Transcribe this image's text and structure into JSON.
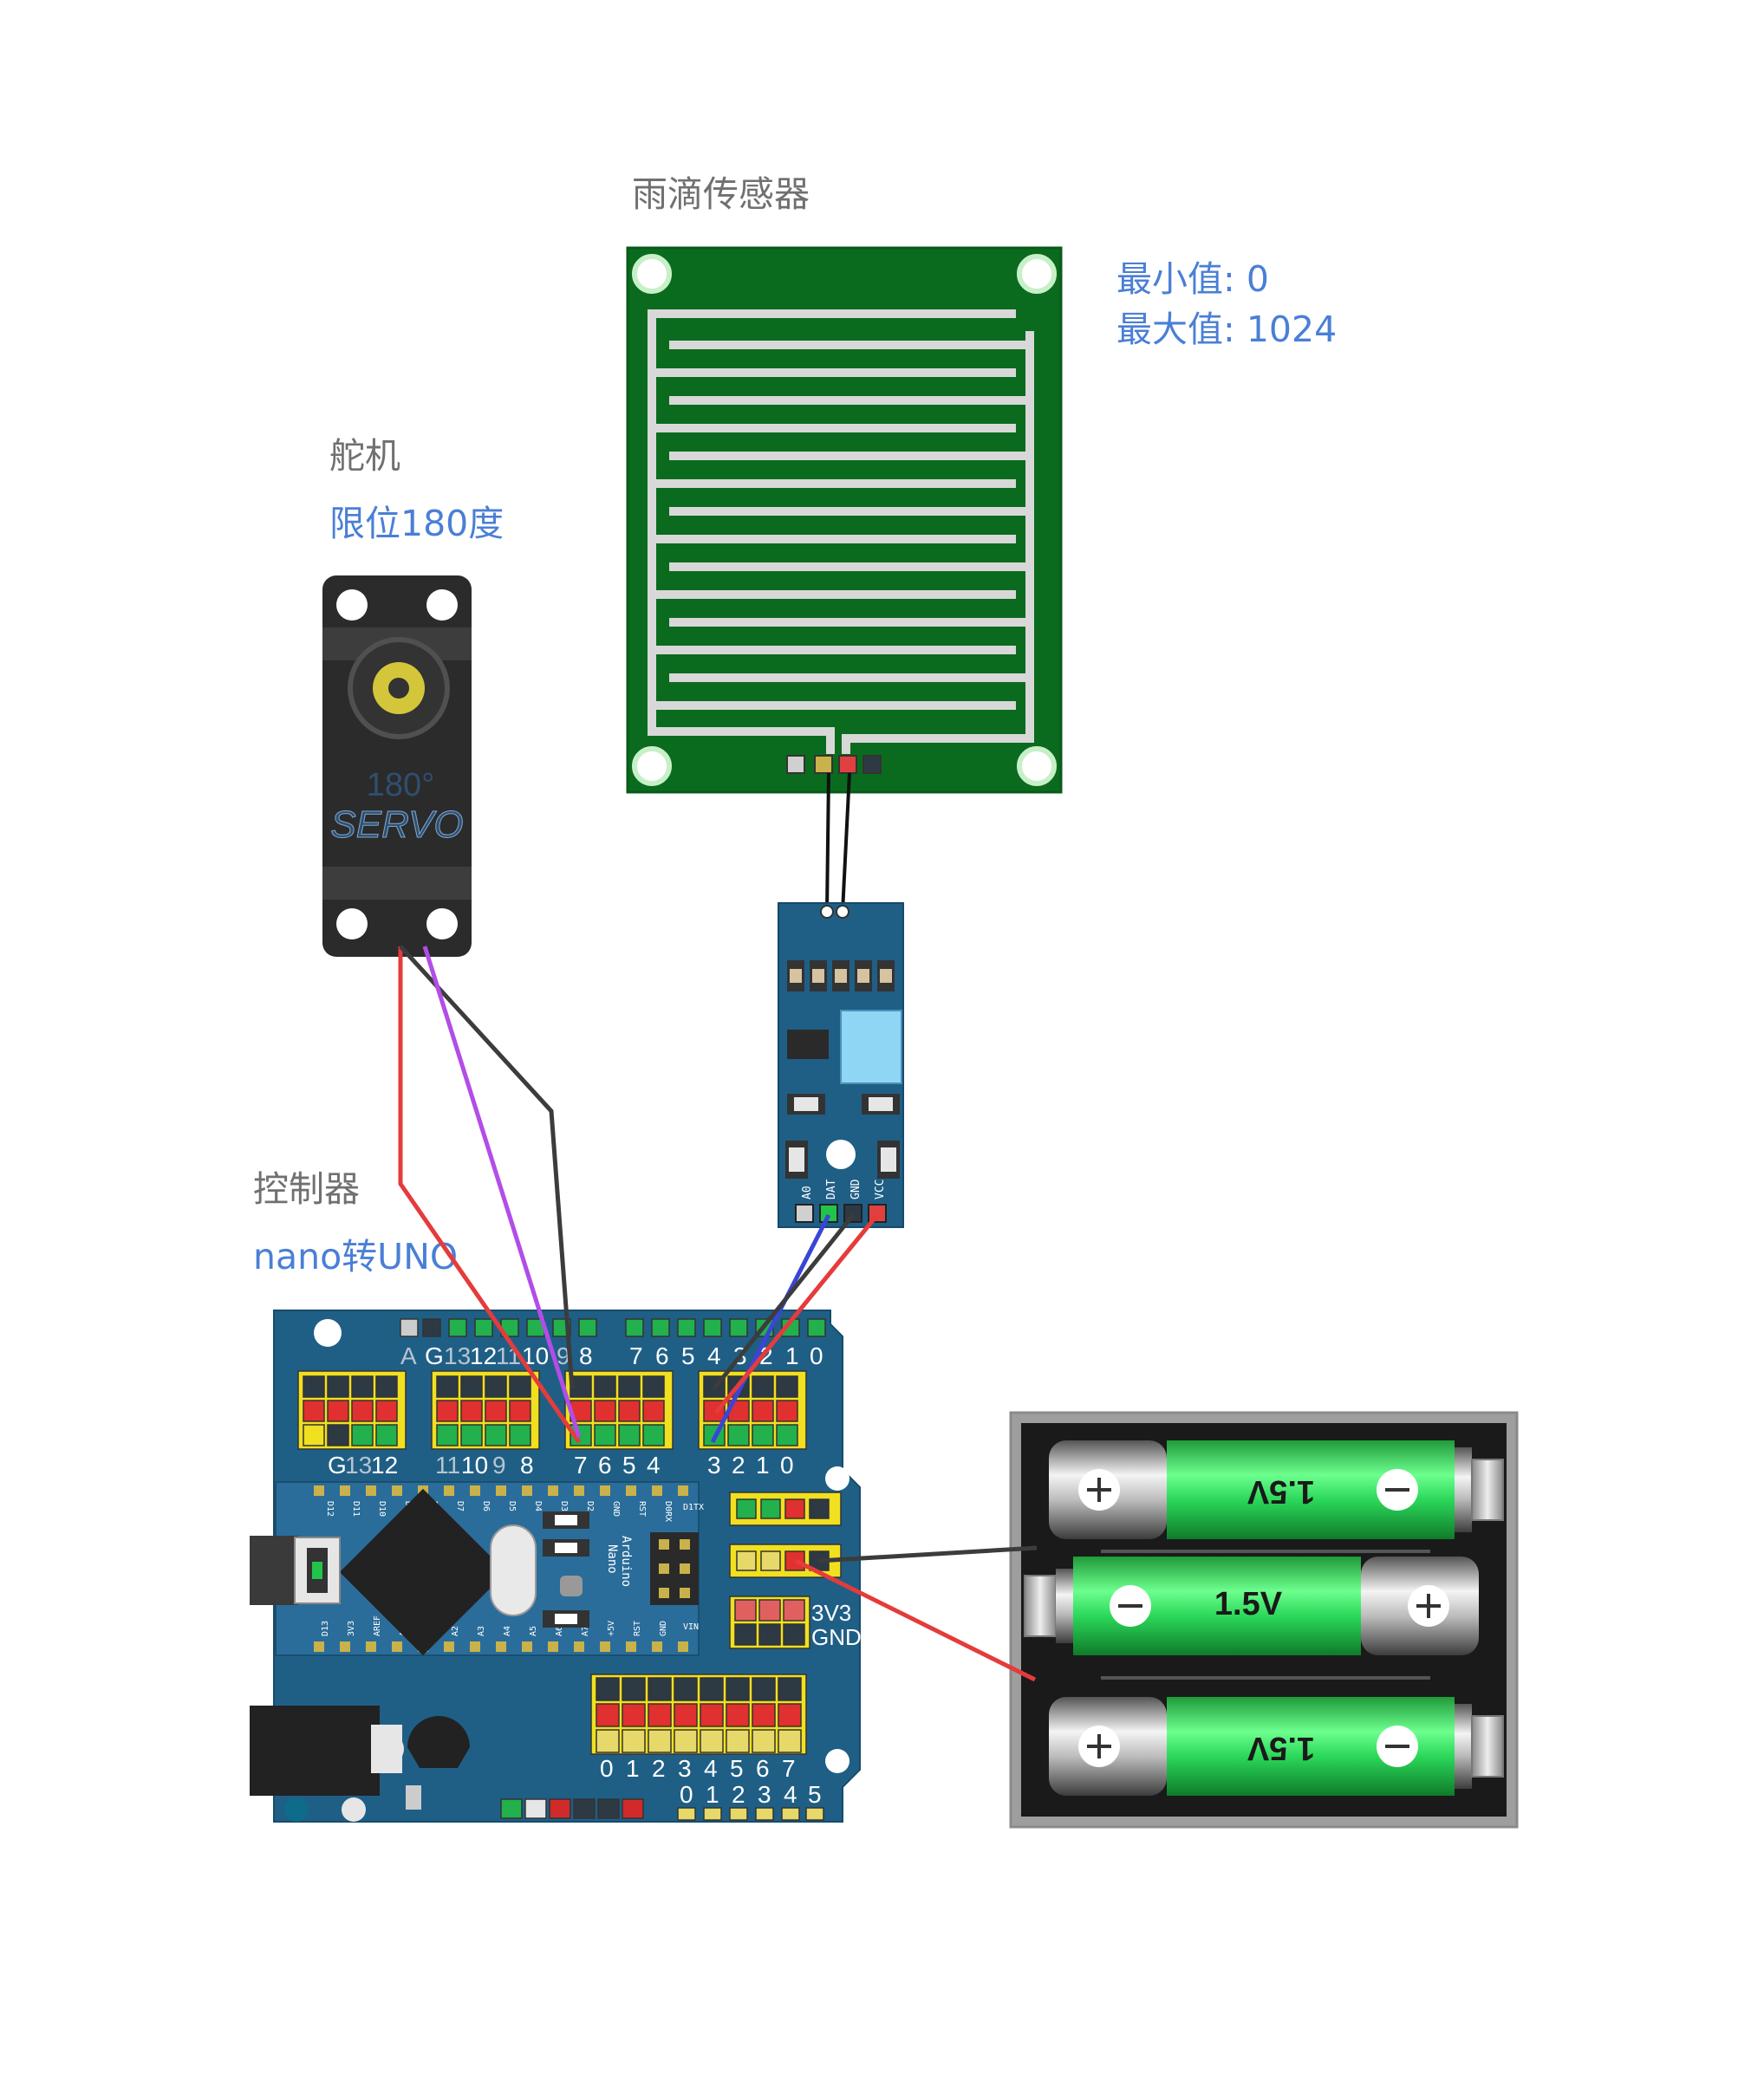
{
  "labels": {
    "sensor_title": "雨滴传感器",
    "sensor_min": "最小值: 0",
    "sensor_max": "最大值: 1024",
    "servo_title": "舵机",
    "servo_limit": "限位180度",
    "controller_title": "控制器",
    "controller_sub": "nano转UNO"
  },
  "servo": {
    "angle_text": "180°",
    "name_text": "SERVO"
  },
  "sensor_module": {
    "pins": [
      "A0",
      "DAT",
      "GND",
      "VCC"
    ]
  },
  "shield": {
    "top_header": [
      "A",
      "G",
      "13",
      "12",
      "11",
      "10",
      "9",
      "8",
      "7",
      "6",
      "5",
      "4",
      "3",
      "2",
      "1",
      "0"
    ],
    "block_labels": [
      "G",
      "13",
      "12",
      "11",
      "10",
      "9",
      "8",
      "7",
      "6",
      "5",
      "4",
      "3",
      "2",
      "1",
      "0"
    ],
    "nano_top": [
      "D12",
      "D11",
      "D10",
      "D9",
      "D8",
      "D7",
      "D6",
      "D5",
      "D4",
      "D3",
      "D2",
      "GND",
      "RST",
      "D0RX",
      "D1TX"
    ],
    "nano_bottom": [
      "D13",
      "3V3",
      "AREF",
      "A0",
      "A1",
      "A2",
      "A3",
      "A4",
      "A5",
      "A6",
      "A7",
      "+5V",
      "RST",
      "GND",
      "VIN"
    ],
    "nano_name": [
      "Arduino",
      "Nano"
    ],
    "power_labels": [
      "3V3",
      "GND"
    ],
    "analog_row_a": [
      "0",
      "1",
      "2",
      "3",
      "4",
      "5",
      "6",
      "7"
    ],
    "analog_row_b": [
      "0",
      "1",
      "2",
      "3",
      "4",
      "5"
    ]
  },
  "battery": {
    "cells": [
      "1.5V",
      "1.5V",
      "1.5V"
    ]
  },
  "colors": {
    "pcb_blue": "#1f5f86",
    "sensor_green": "#0a6b1e",
    "wire_red": "#e53b3b",
    "wire_black": "#3c3c3c",
    "wire_purple": "#b24de8",
    "wire_blue": "#3a45d8",
    "label_gray": "#707070",
    "label_blue": "#4a7fd6"
  }
}
